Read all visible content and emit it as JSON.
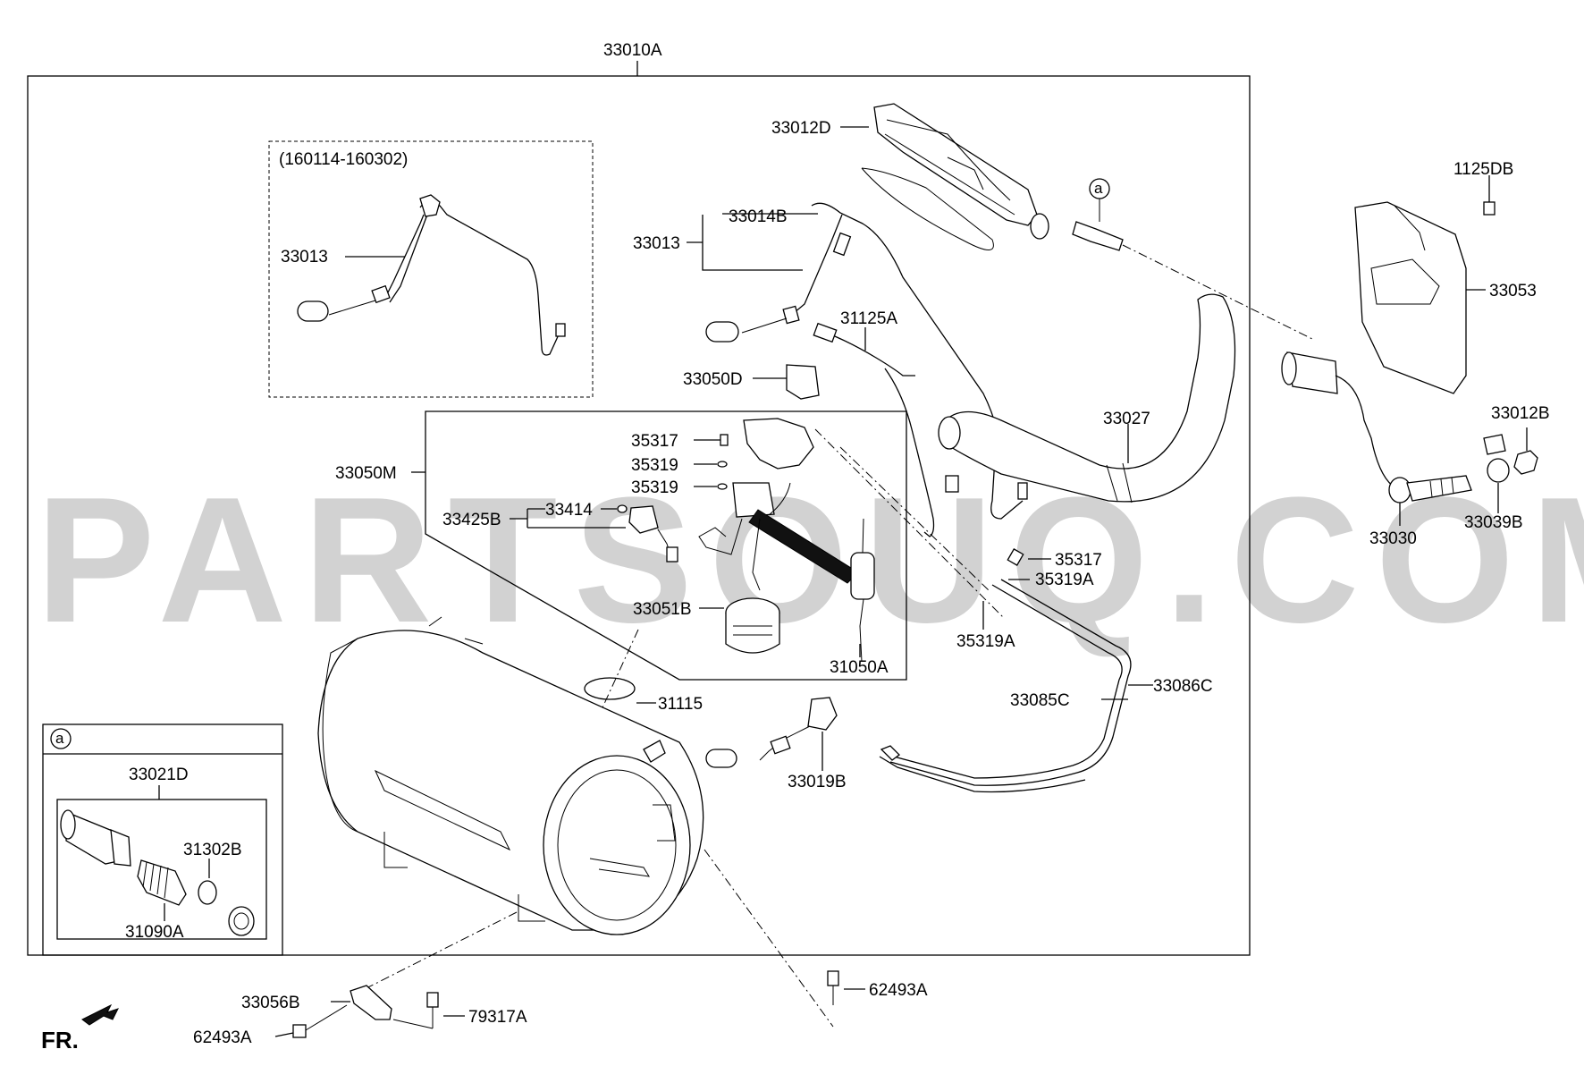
{
  "title_part": "33010A",
  "watermark": "PARTSOUQ.COM",
  "front_label": "FR.",
  "dotted_box_label": "(160114-160302)",
  "callout_letter": "a",
  "labels": {
    "p33012D": "33012D",
    "p33014B": "33014B",
    "p33013_main": "33013",
    "p33013_box": "33013",
    "p31125A": "31125A",
    "p33050D": "33050D",
    "p33050M": "33050M",
    "p35317_a": "35317",
    "p35319_a": "35319",
    "p35319_b": "35319",
    "p33414": "33414",
    "p33425B": "33425B",
    "p33051B": "33051B",
    "p31050A": "31050A",
    "p31115": "31115",
    "p33027": "33027",
    "p35317_b": "35317",
    "p35319A_a": "35319A",
    "p35319A_b": "35319A",
    "p33085C": "33085C",
    "p33086C": "33086C",
    "p33019B": "33019B",
    "p1125DB": "1125DB",
    "p33053": "33053",
    "p33012B": "33012B",
    "p33030": "33030",
    "p33039B": "33039B",
    "p33021D": "33021D",
    "p31302B": "31302B",
    "p31090A": "31090A",
    "p33056B": "33056B",
    "p62493A_a": "62493A",
    "p62493A_b": "62493A",
    "p79317A": "79317A"
  }
}
